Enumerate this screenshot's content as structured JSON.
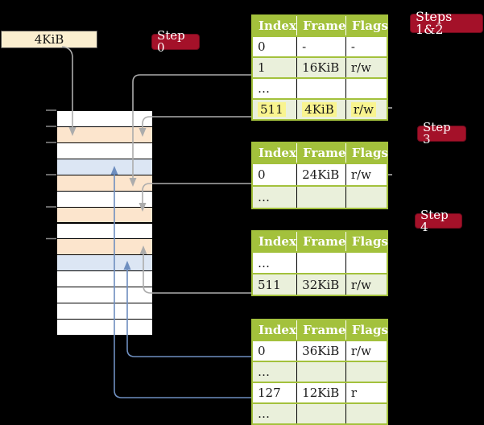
{
  "colors": {
    "table_header_green": "#A3C13C",
    "table_border_green": "#A3C13C",
    "table_row_green": "#EAF0DB",
    "highlight_yellow": "#F9F48F",
    "badge_red": "#A41129",
    "badge_border": "#6E0A1C",
    "frame_page_table": "#FCE5CD",
    "frame_mapped": "#DCE6F4",
    "frame_free": "#FFFFFF",
    "arrow_gray": "#ACACAC",
    "arrow_blue": "#6E8EBF",
    "box_cream": "#FBEFD0"
  },
  "page_size_box": {
    "label": "4KiB"
  },
  "badges": {
    "step0": "Step 0",
    "steps12": "Steps 1&2",
    "step3": "Step 3",
    "step4": "Step 4"
  },
  "tables": [
    {
      "id": "level-4-table",
      "columns": [
        "Index",
        "Frame",
        "Flags"
      ],
      "rows": [
        {
          "cells": [
            "0",
            "-",
            "-"
          ]
        },
        {
          "cells": [
            "1",
            "16KiB",
            "r/w"
          ]
        },
        {
          "cells": [
            "…",
            "",
            ""
          ]
        },
        {
          "cells": [
            "511",
            "4KiB",
            "r/w"
          ],
          "highlighted": true
        }
      ]
    },
    {
      "id": "level-3-table",
      "columns": [
        "Index",
        "Frame",
        "Flags"
      ],
      "rows": [
        {
          "cells": [
            "0",
            "24KiB",
            "r/w"
          ]
        },
        {
          "cells": [
            "…",
            "",
            ""
          ]
        }
      ]
    },
    {
      "id": "level-2-table",
      "columns": [
        "Index",
        "Frame",
        "Flags"
      ],
      "rows": [
        {
          "cells": [
            "…",
            "",
            ""
          ]
        },
        {
          "cells": [
            "511",
            "32KiB",
            "r/w"
          ]
        }
      ]
    },
    {
      "id": "level-1-table",
      "columns": [
        "Index",
        "Frame",
        "Flags"
      ],
      "rows": [
        {
          "cells": [
            "0",
            "36KiB",
            "r/w"
          ]
        },
        {
          "cells": [
            "…",
            "",
            ""
          ]
        },
        {
          "cells": [
            "127",
            "12KiB",
            "r"
          ]
        },
        {
          "cells": [
            "…",
            "",
            ""
          ]
        }
      ]
    }
  ],
  "memory": {
    "frames": [
      {
        "kind": "free"
      },
      {
        "kind": "page_table"
      },
      {
        "kind": "free"
      },
      {
        "kind": "mapped"
      },
      {
        "kind": "page_table"
      },
      {
        "kind": "free"
      },
      {
        "kind": "page_table"
      },
      {
        "kind": "free"
      },
      {
        "kind": "page_table"
      },
      {
        "kind": "mapped"
      },
      {
        "kind": "free"
      },
      {
        "kind": "free"
      },
      {
        "kind": "free"
      },
      {
        "kind": "free"
      }
    ],
    "tick_boundaries": [
      0,
      1,
      2,
      4,
      6,
      8
    ]
  }
}
